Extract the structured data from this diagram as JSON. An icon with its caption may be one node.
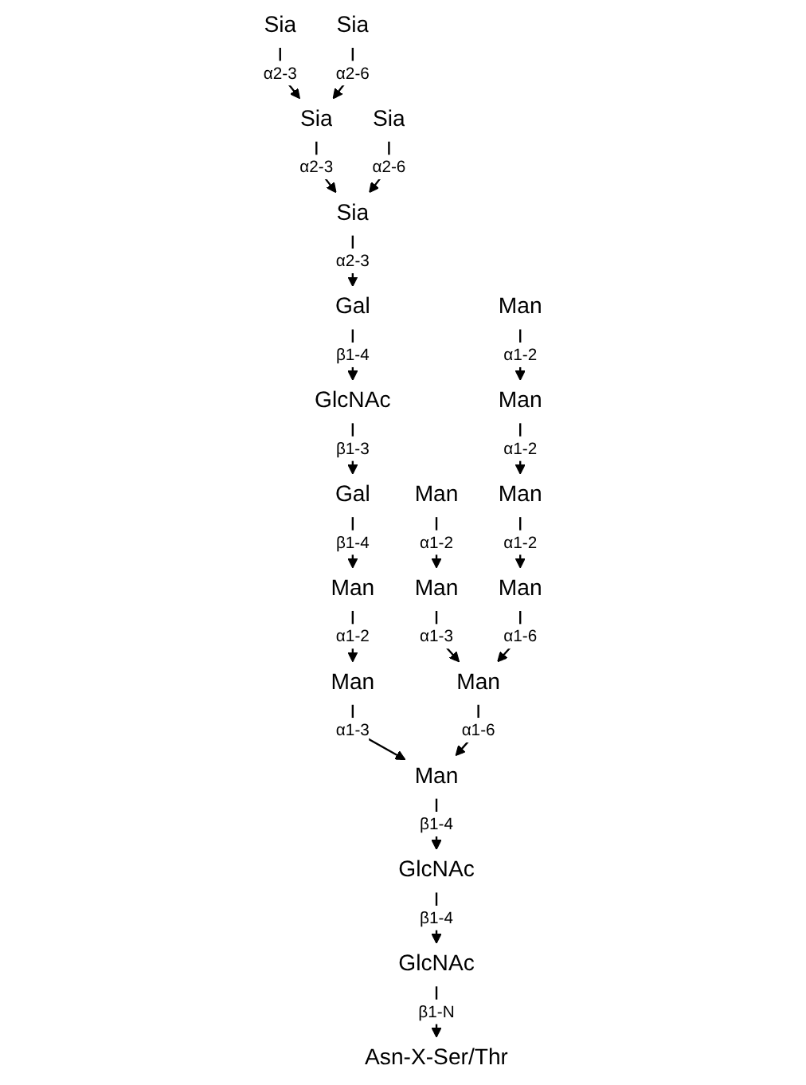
{
  "diagram": {
    "nodes": [
      {
        "text": [
          "Sia"
        ]
      },
      {
        "text": [
          "Sia"
        ]
      },
      {
        "text": [
          "Sia"
        ]
      },
      {
        "text": [
          "Sia"
        ]
      },
      {
        "text": [
          "Sia"
        ]
      },
      {
        "text": [
          "Gal"
        ]
      },
      {
        "text": [
          "GlcNAc"
        ]
      },
      {
        "text": [
          "Gal"
        ]
      },
      {
        "text": [
          "Man"
        ]
      },
      {
        "text": [
          "Man"
        ]
      },
      {
        "text": [
          "Man"
        ]
      },
      {
        "text": [
          "Man"
        ]
      },
      {
        "text": [
          "Man"
        ]
      },
      {
        "text": [
          "Man"
        ]
      },
      {
        "text": [
          "Man"
        ]
      },
      {
        "text": [
          "Man"
        ]
      },
      {
        "text": [
          "Man"
        ]
      },
      {
        "text": [
          "Man"
        ]
      },
      {
        "text": [
          "GlcNAc"
        ]
      },
      {
        "text": [
          "GlcNAc"
        ]
      },
      {
        "text": [
          "Asn-X-Ser/Thr"
        ]
      }
    ],
    "edges": [
      {
        "from": 0,
        "to": 2,
        "arrow": "to",
        "label": "α2-3"
      },
      {
        "from": 1,
        "to": 2,
        "arrow": "to",
        "label": "α2-6"
      },
      {
        "from": 2,
        "to": 4,
        "arrow": "to",
        "label": "α2-3"
      },
      {
        "from": 3,
        "to": 4,
        "arrow": "to",
        "label": "α2-6"
      },
      {
        "from": 4,
        "to": 5,
        "arrow": "to",
        "label": "α2-3"
      },
      {
        "from": 5,
        "to": 6,
        "arrow": "to",
        "label": "β1-4"
      },
      {
        "from": 6,
        "to": 7,
        "arrow": "to",
        "label": "β1-3"
      },
      {
        "from": 7,
        "to": 8,
        "arrow": "to",
        "label": "β1-4"
      },
      {
        "from": 8,
        "to": 9,
        "arrow": "to",
        "label": "α1-2"
      },
      {
        "from": 9,
        "to": 17,
        "arrow": "to",
        "label": "α1-3"
      },
      {
        "from": 10,
        "to": 11,
        "arrow": "to",
        "label": "α1-2"
      },
      {
        "from": 11,
        "to": 12,
        "arrow": "to",
        "label": "α1-2"
      },
      {
        "from": 12,
        "to": 15,
        "arrow": "to",
        "label": "α1-2"
      },
      {
        "from": 13,
        "to": 14,
        "arrow": "to",
        "label": "α1-2"
      },
      {
        "from": 14,
        "to": 16,
        "arrow": "to",
        "label": "α1-3"
      },
      {
        "from": 15,
        "to": 16,
        "arrow": "to",
        "label": "α1-6"
      },
      {
        "from": 16,
        "to": 17,
        "arrow": "to",
        "label": "α1-6"
      },
      {
        "from": 17,
        "to": 18,
        "arrow": "to",
        "label": "β1-4"
      },
      {
        "from": 18,
        "to": 19,
        "arrow": "to",
        "label": "β1-4"
      },
      {
        "from": 19,
        "to": 20,
        "arrow": "to",
        "label": "β1-N"
      }
    ]
  }
}
